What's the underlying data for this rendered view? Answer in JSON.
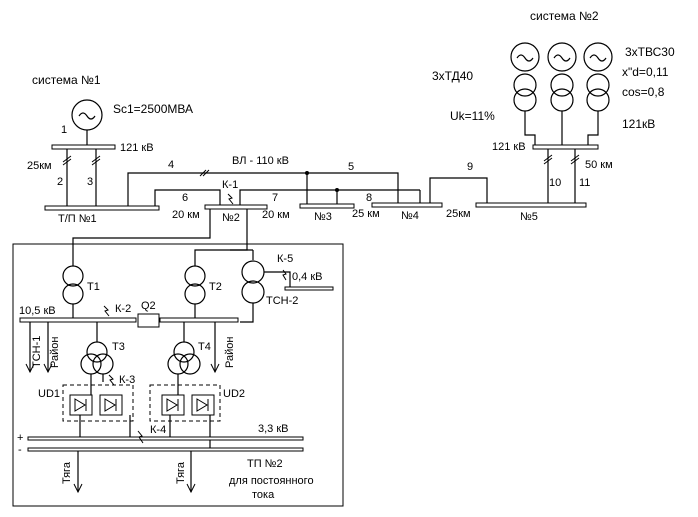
{
  "system1": {
    "label": "система №1",
    "power": "Sc1=2500МВА"
  },
  "system2": {
    "label": "система №2",
    "gen": "3хТВС30",
    "xd": "x\"d=0,11",
    "cos": "cos=0,8",
    "voltage": "121кВ"
  },
  "td": {
    "label": "3хТД40",
    "uk": "Uk=11%",
    "bus_voltage": "121 кВ"
  },
  "bus1_voltage": "121 кВ",
  "line_label": "ВЛ - 110 кВ",
  "line_numbers": [
    "1",
    "2",
    "3",
    "4",
    "5",
    "6",
    "7",
    "8",
    "9",
    "10",
    "11"
  ],
  "lengths": {
    "l25_left": "25км",
    "l20_6": "20 км",
    "l20_7": "20 км",
    "l25_8": "25 км",
    "l25_9": "25км",
    "l50": "50 км"
  },
  "substations": {
    "tp1": "Т/П №1",
    "n2": "№2",
    "n3": "№3",
    "n4": "№4",
    "n5": "№5"
  },
  "faults": {
    "k1": "К-1",
    "k2": "К-2",
    "k3": "К-3",
    "k4": "К-4",
    "k5": "К-5"
  },
  "transformers": {
    "t1": "Т1",
    "t2": "Т2",
    "t3": "Т3",
    "t4": "Т4",
    "tsn2": "ТСН-2",
    "q2": "Q2"
  },
  "voltages": {
    "v105": "10,5 кВ",
    "v04": "0,4 кВ",
    "v33": "3,3 кВ"
  },
  "loads": {
    "tsn1": "ТСН-1",
    "rayon1": "Район",
    "rayon2": "Район",
    "tyaga1": "Тяга",
    "tyaga2": "Тяга"
  },
  "rectifiers": {
    "ud1": "UD1",
    "ud2": "UD2"
  },
  "polarity": {
    "plus": "+",
    "minus": "-"
  },
  "tp2": {
    "line1": "ТП №2",
    "line2": "для постоянного",
    "line3": "тока"
  }
}
